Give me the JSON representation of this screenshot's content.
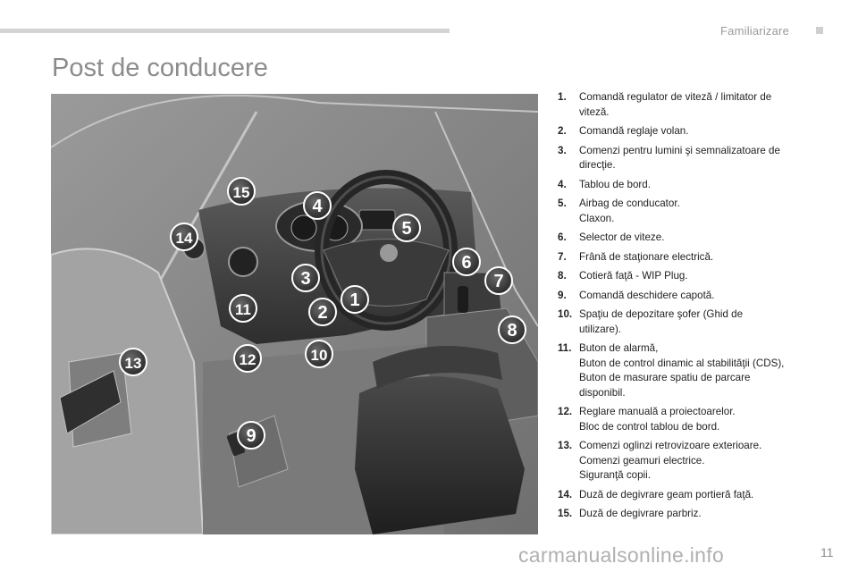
{
  "header": {
    "section": "Familiarizare"
  },
  "title": "Post de conducere",
  "callouts": [
    "1",
    "2",
    "3",
    "4",
    "5",
    "6",
    "7",
    "8",
    "9",
    "10",
    "11",
    "12",
    "13",
    "14",
    "15"
  ],
  "legend": [
    {
      "num": "1.",
      "lines": [
        "Comandă regulator de viteză / limitator de viteză."
      ]
    },
    {
      "num": "2.",
      "lines": [
        "Comandă reglaje volan."
      ]
    },
    {
      "num": "3.",
      "lines": [
        "Comenzi pentru lumini şi semnalizatoare de direcţie."
      ]
    },
    {
      "num": "4.",
      "lines": [
        "Tablou de bord."
      ]
    },
    {
      "num": "5.",
      "lines": [
        "Airbag de conducator.",
        "Claxon."
      ]
    },
    {
      "num": "6.",
      "lines": [
        "Selector de viteze."
      ]
    },
    {
      "num": "7.",
      "lines": [
        "Frână de staţionare electrică."
      ]
    },
    {
      "num": "8.",
      "lines": [
        "Cotieră faţă - WIP Plug."
      ]
    },
    {
      "num": "9.",
      "lines": [
        "Comandă deschidere capotă."
      ]
    },
    {
      "num": "10.",
      "lines": [
        "Spaţiu de depozitare şofer (Ghid de utilizare)."
      ]
    },
    {
      "num": "11.",
      "lines": [
        "Buton de alarmă,",
        "Buton de control dinamic al stabilităţii (CDS),",
        "Buton de masurare spatiu de parcare disponibil."
      ]
    },
    {
      "num": "12.",
      "lines": [
        "Reglare manuală a proiectoarelor.",
        "Bloc de control tablou de bord."
      ]
    },
    {
      "num": "13.",
      "lines": [
        "Comenzi oglinzi retrovizoare exterioare.",
        "Comenzi geamuri electrice.",
        "Siguranţă copii."
      ]
    },
    {
      "num": "14.",
      "lines": [
        "Duză de degivrare geam portieră faţă."
      ]
    },
    {
      "num": "15.",
      "lines": [
        "Duză de degivrare parbriz."
      ]
    }
  ],
  "page_number": "11",
  "watermark": "carmanualsonline.info"
}
